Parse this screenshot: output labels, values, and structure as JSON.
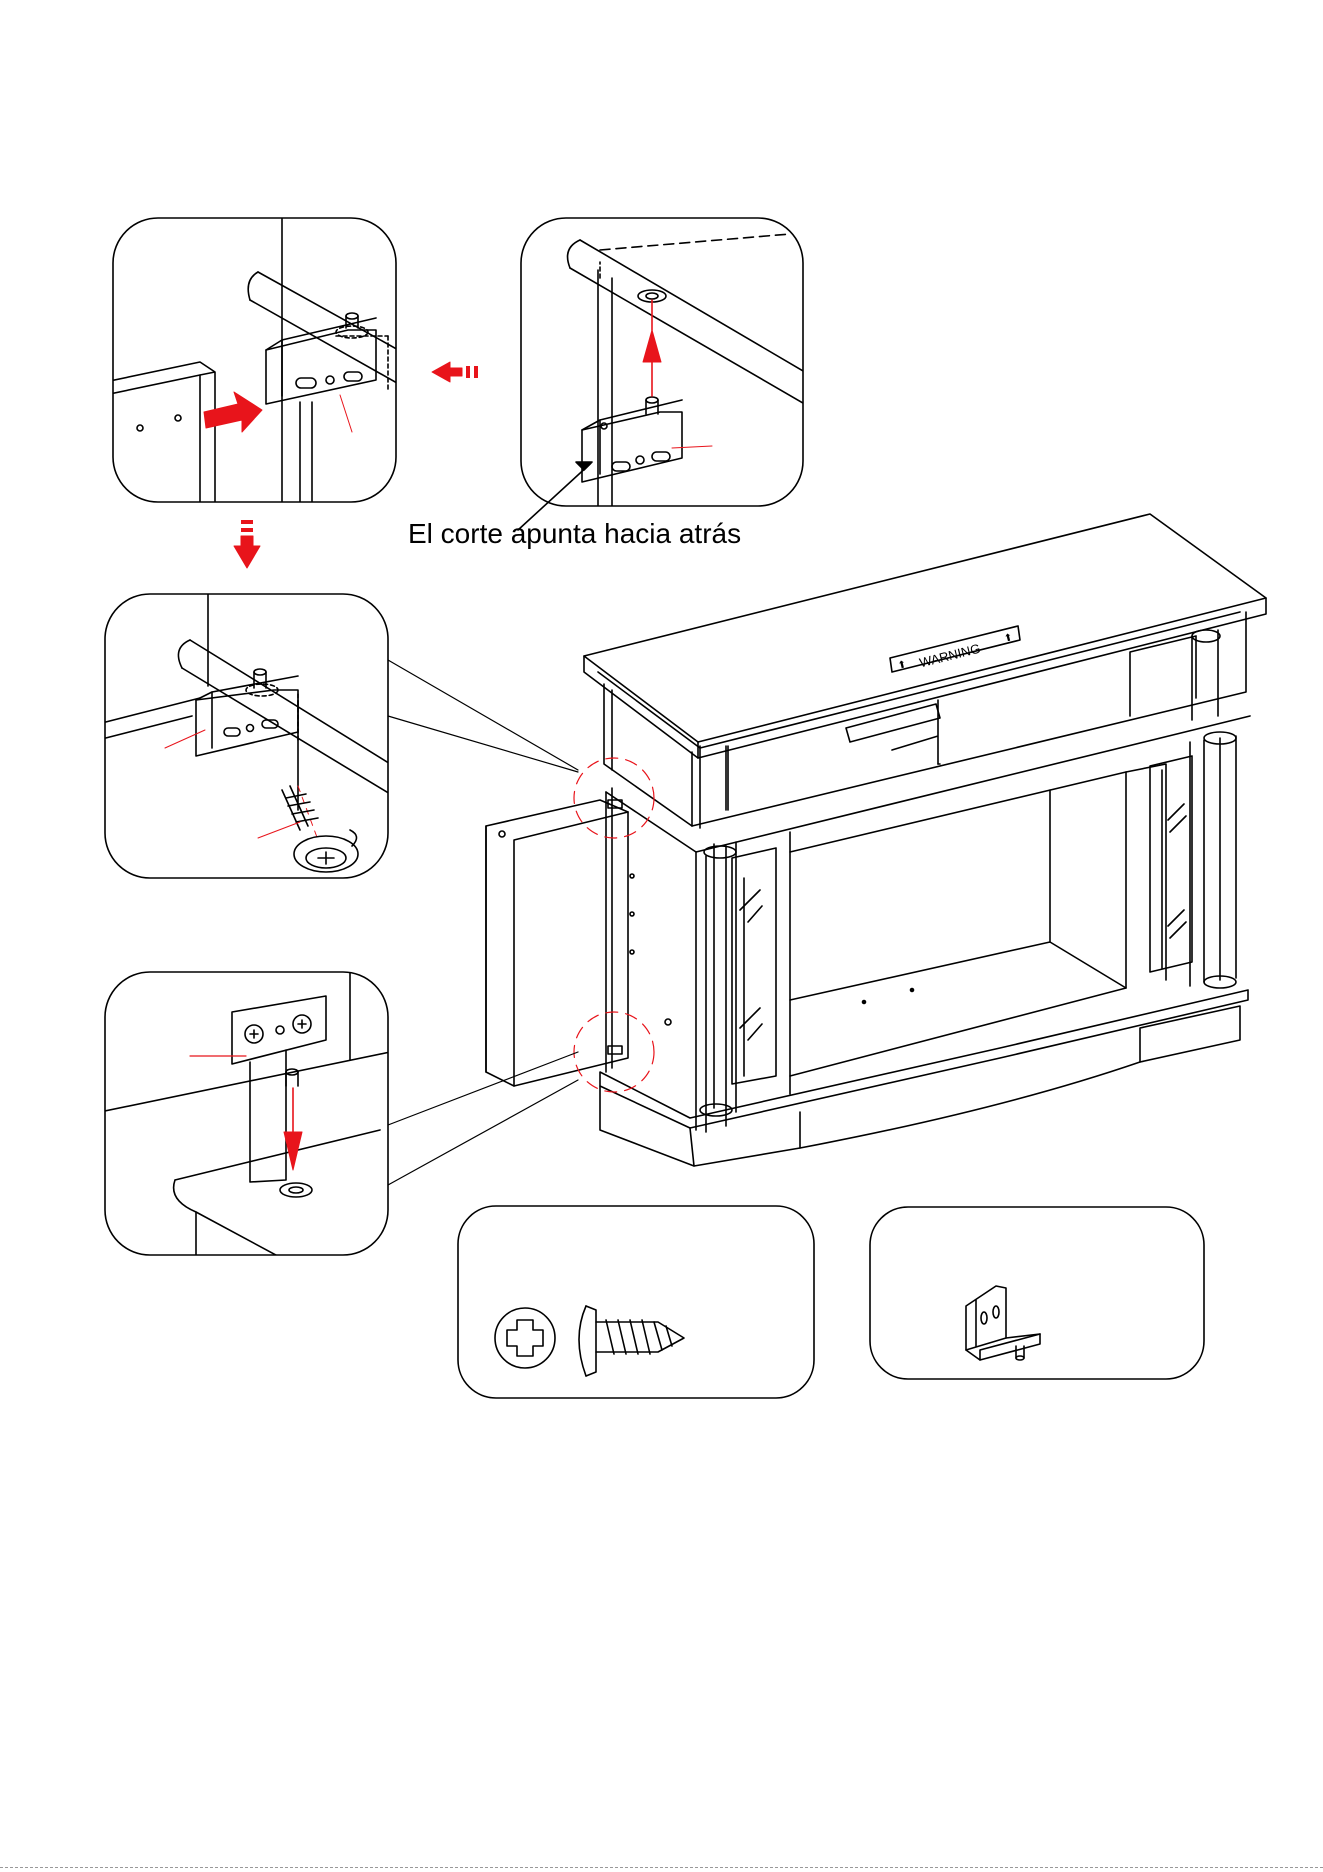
{
  "caption": "El corte apunta hacia atrás",
  "warning_label": "WARNING",
  "colors": {
    "line": "#000000",
    "accent": "#e8141b",
    "guide": "#e8141b"
  },
  "icons": [
    "red-arrow-right",
    "red-arrow-left-dashed",
    "red-arrow-down-dashed",
    "red-arrow-up",
    "red-arrow-down",
    "phillips-screw-icon",
    "hinge-bracket-icon"
  ]
}
